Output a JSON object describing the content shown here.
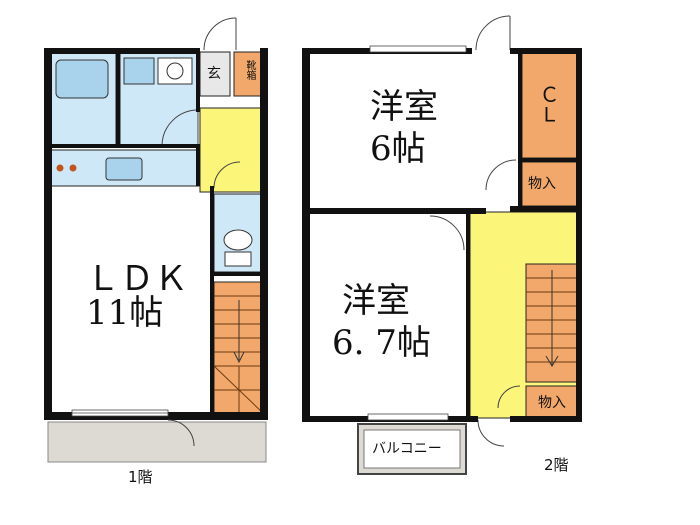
{
  "floors": [
    {
      "label": "1階",
      "rooms": [
        {
          "name": "ＬＤＫ",
          "size": "11帖"
        },
        {
          "name": "玄",
          "size": ""
        },
        {
          "name": "靴箱",
          "size": ""
        }
      ]
    },
    {
      "label": "2階",
      "rooms": [
        {
          "name": "洋室",
          "size": "6帖"
        },
        {
          "name": "洋室",
          "size": "6. 7帖"
        },
        {
          "name": "ＣＬ",
          "size": ""
        },
        {
          "name": "物入",
          "size": ""
        },
        {
          "name": "物入",
          "size": ""
        },
        {
          "name": "バルコニー",
          "size": ""
        }
      ]
    }
  ],
  "colors": {
    "wall": "#111111",
    "wet_area": "#cfe8f7",
    "hallway": "#fbf57a",
    "storage": "#f2a86a",
    "stairs": "#f2a86a",
    "balcony": "#dddad3",
    "floor": "#ffffff"
  }
}
